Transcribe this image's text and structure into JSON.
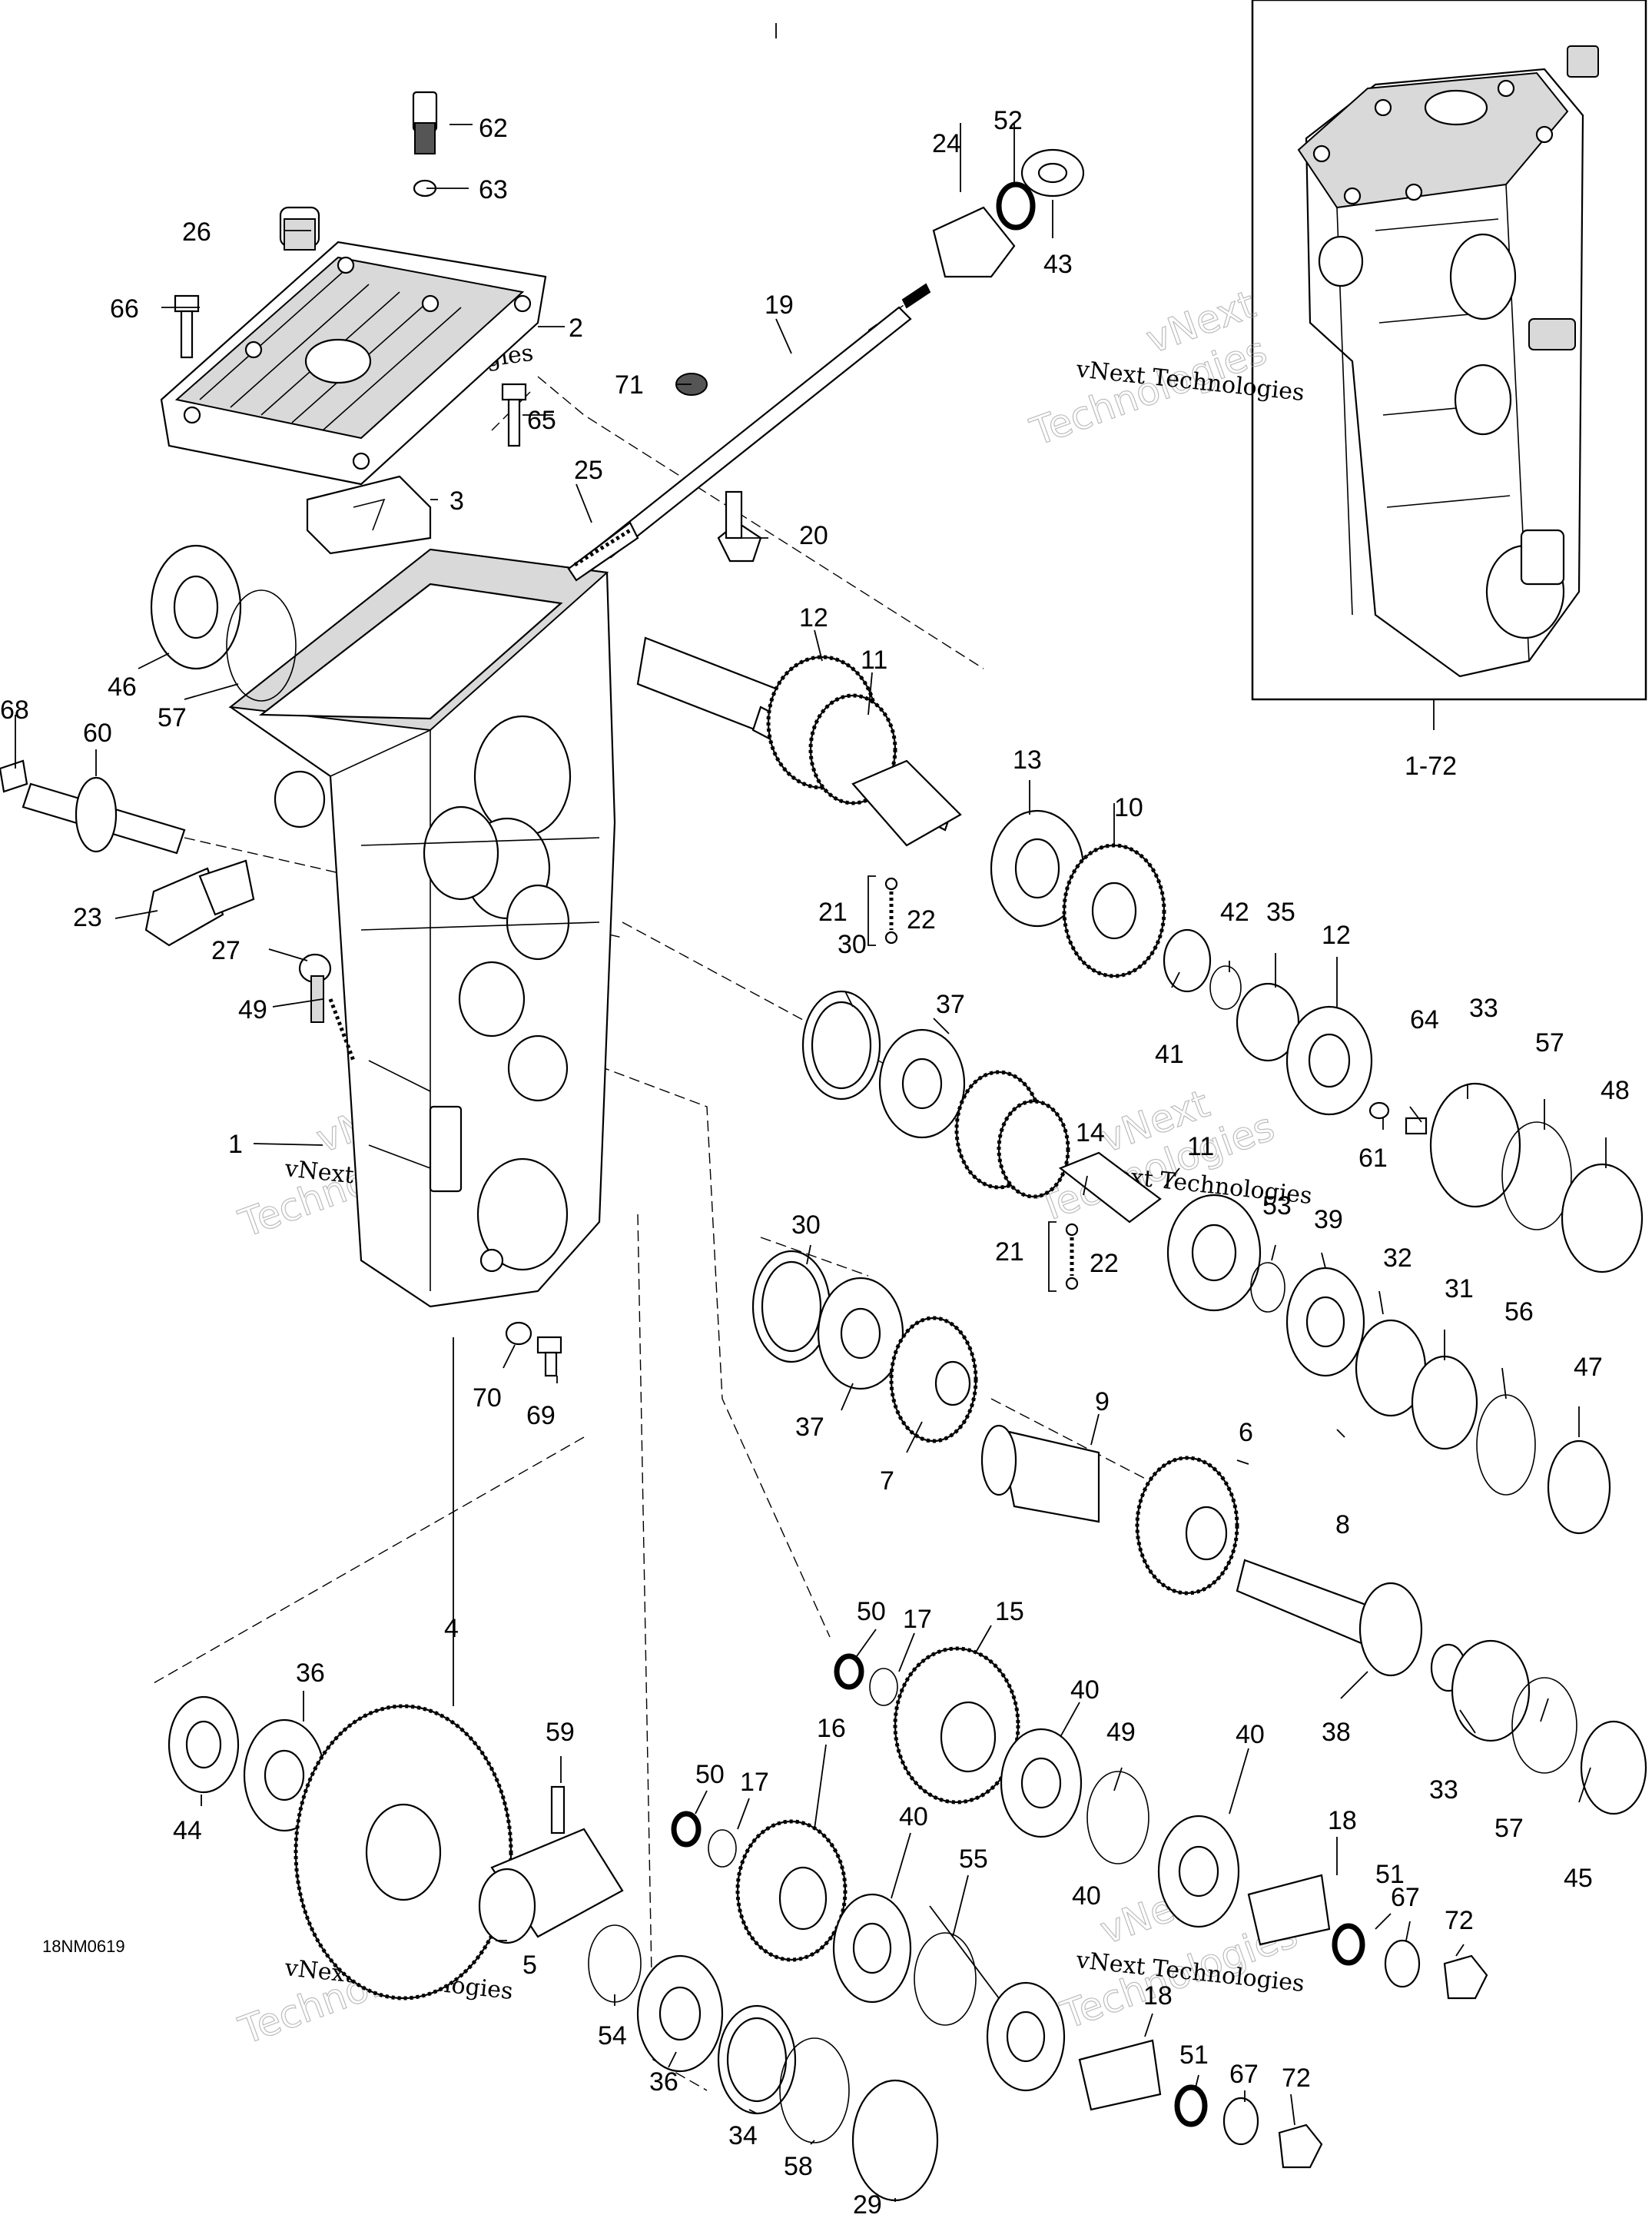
{
  "figure_code": "18NM0619",
  "watermark": {
    "line1": "vNext Technologies",
    "line2": "vNext",
    "line3": "Technologies"
  },
  "inset": {
    "label": "1-72"
  },
  "callouts": {
    "c1": "1",
    "c2": "2",
    "c3": "3",
    "c4": "4",
    "c5": "5",
    "c6": "6",
    "c7": "7",
    "c8": "8",
    "c9": "9",
    "c10": "10",
    "c11a": "11",
    "c11b": "11",
    "c12a": "12",
    "c12b": "12",
    "c13": "13",
    "c14": "14",
    "c15": "15",
    "c16": "16",
    "c17a": "17",
    "c17b": "17",
    "c18a": "18",
    "c18b": "18",
    "c19": "19",
    "c20": "20",
    "c21a": "21",
    "c21b": "21",
    "c22a": "22",
    "c22b": "22",
    "c23": "23",
    "c24": "24",
    "c25": "25",
    "c26": "26",
    "c27": "27",
    "c29": "29",
    "c30a": "30",
    "c30b": "30",
    "c31": "31",
    "c32": "32",
    "c33a": "33",
    "c33b": "33",
    "c34": "34",
    "c35": "35",
    "c36a": "36",
    "c36b": "36",
    "c37a": "37",
    "c37b": "37",
    "c38": "38",
    "c39": "39",
    "c40a": "40",
    "c40b": "40",
    "c40c": "40",
    "c40d": "40",
    "c41": "41",
    "c42": "42",
    "c43": "43",
    "c44": "44",
    "c45": "45",
    "c46": "46",
    "c47": "47",
    "c48": "48",
    "c49a": "49",
    "c49b": "49",
    "c50a": "50",
    "c50b": "50",
    "c51a": "51",
    "c51b": "51",
    "c52": "52",
    "c53": "53",
    "c54": "54",
    "c55": "55",
    "c56": "56",
    "c57a": "57",
    "c57b": "57",
    "c57c": "57",
    "c58": "58",
    "c59": "59",
    "c60": "60",
    "c61": "61",
    "c62": "62",
    "c63": "63",
    "c64": "64",
    "c65": "65",
    "c66": "66",
    "c67a": "67",
    "c67b": "67",
    "c68": "68",
    "c69": "69",
    "c70": "70",
    "c71": "71",
    "c72a": "72",
    "c72b": "72"
  }
}
